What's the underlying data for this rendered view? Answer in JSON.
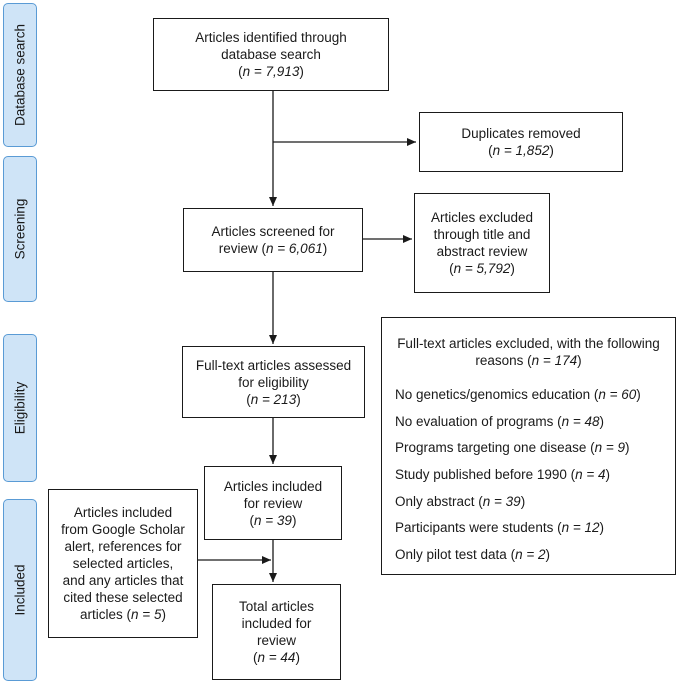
{
  "stages": {
    "database_search": "Database search",
    "screening": "Screening",
    "eligibility": "Eligibility",
    "included": "Included"
  },
  "boxes": {
    "identified": {
      "line1": "Articles identified through",
      "line2": "database search",
      "count": "n = 7,913"
    },
    "duplicates": {
      "line1": "Duplicates removed",
      "count": "n = 1,852"
    },
    "screened": {
      "line1": "Articles screened for",
      "line2": "review",
      "count": "n = 6,061"
    },
    "excluded_title": {
      "line1": "Articles excluded",
      "line2": "through title and",
      "line3": "abstract review",
      "count": "n = 5,792"
    },
    "fulltext": {
      "line1": "Full-text articles assessed",
      "line2": "for eligibility",
      "count": "n = 213"
    },
    "included_review": {
      "line1": "Articles included",
      "line2": "for review",
      "count": "n = 39"
    },
    "scholar": {
      "line1": "Articles included",
      "line2": "from Google Scholar",
      "line3": "alert, references for",
      "line4": "selected articles,",
      "line5": "and any articles that",
      "line6": "cited these selected",
      "line7": "articles",
      "count": "n = 5"
    },
    "total": {
      "line1": "Total articles",
      "line2": "included for",
      "line3": "review",
      "count": "n = 44"
    }
  },
  "fulltext_exclusions": {
    "header_line1": "Full-text articles excluded, with the following",
    "header_line2": "reasons",
    "header_count": "n = 174",
    "reasons": [
      {
        "label": "No genetics/genomics education",
        "count": "n = 60"
      },
      {
        "label": "No evaluation of programs",
        "count": "n = 48"
      },
      {
        "label": "Programs targeting one disease",
        "count": "n = 9"
      },
      {
        "label": "Study published before 1990",
        "count": "n = 4"
      },
      {
        "label": "Only abstract",
        "count": "n = 39"
      },
      {
        "label": "Participants were students",
        "count": "n = 12"
      },
      {
        "label": "Only pilot test data",
        "count": "n = 2"
      }
    ]
  },
  "colors": {
    "stage_fill": "#cfe4f7",
    "stage_border": "#5a9bd5",
    "line": "#1a1a1a"
  }
}
